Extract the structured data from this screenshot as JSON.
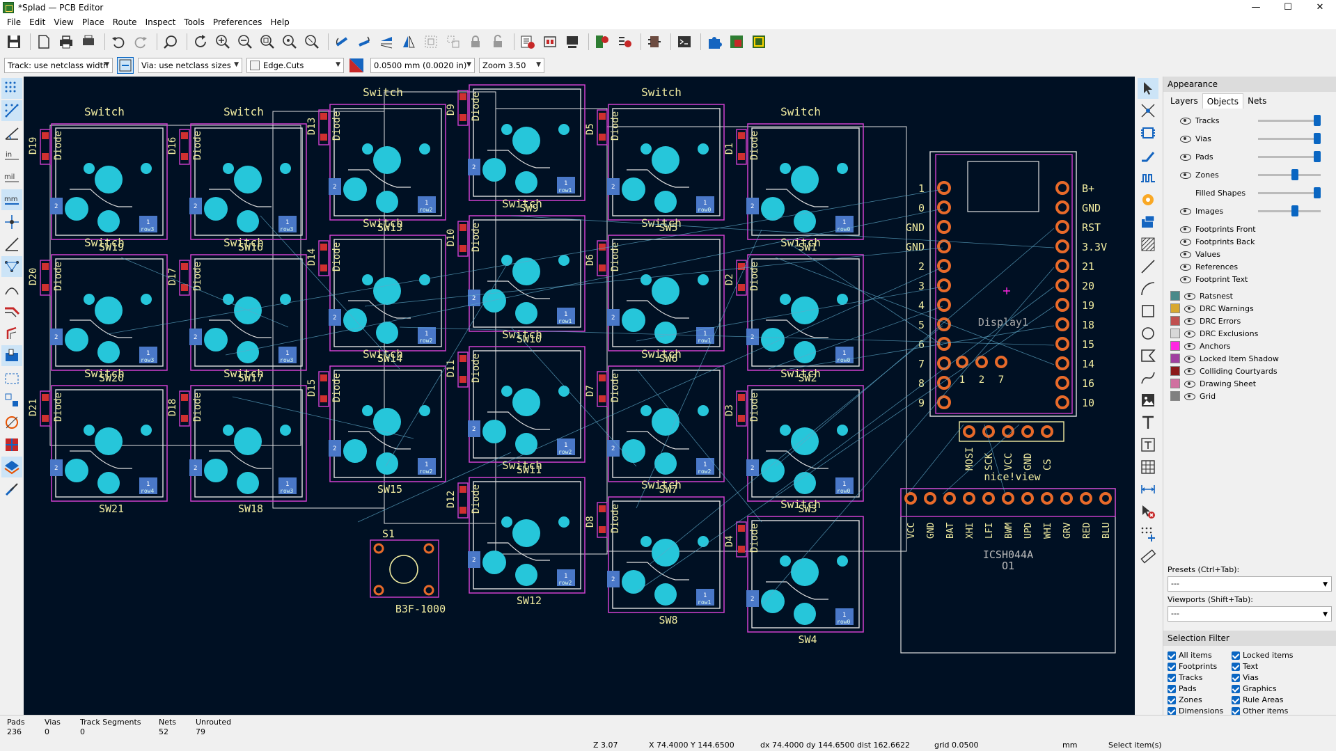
{
  "window": {
    "title": "*Splad — PCB Editor",
    "min": "—",
    "max": "☐",
    "close": "✕"
  },
  "menu": [
    "File",
    "Edit",
    "View",
    "Place",
    "Route",
    "Inspect",
    "Tools",
    "Preferences",
    "Help"
  ],
  "subtoolbar": {
    "track": "Track: use netclass width",
    "via": "Via: use netclass sizes",
    "layer": "Edge.Cuts",
    "grid": "0.0500 mm (0.0020 in)",
    "zoom": "Zoom 3.50"
  },
  "appearance": {
    "title": "Appearance",
    "tabs": [
      "Layers",
      "Objects",
      "Nets"
    ],
    "active_tab": "Objects",
    "objects_opacity": [
      {
        "label": "Tracks",
        "opacity": 1.0
      },
      {
        "label": "Vias",
        "opacity": 1.0
      },
      {
        "label": "Pads",
        "opacity": 1.0
      },
      {
        "label": "Zones",
        "opacity": 0.6
      },
      {
        "label": "Filled Shapes",
        "opacity": 1.0
      },
      {
        "label": "Images",
        "opacity": 0.6
      }
    ],
    "objects_toggle": [
      "Footprints Front",
      "Footprints Back",
      "Values",
      "References",
      "Footprint Text"
    ],
    "objects_colored": [
      {
        "label": "Ratsnest",
        "color": "#4a8a8a"
      },
      {
        "label": "DRC Warnings",
        "color": "#d8a830"
      },
      {
        "label": "DRC Errors",
        "color": "#c05050"
      },
      {
        "label": "DRC Exclusions",
        "color": "#d8d8d8"
      },
      {
        "label": "Anchors",
        "color": "#ff26e2"
      },
      {
        "label": "Locked Item Shadow",
        "color": "#a040a0"
      },
      {
        "label": "Colliding Courtyards",
        "color": "#8b1a1a"
      },
      {
        "label": "Drawing Sheet",
        "color": "#d070a0"
      },
      {
        "label": "Grid",
        "color": "#808080"
      }
    ],
    "presets_label": "Presets (Ctrl+Tab):",
    "presets_value": "---",
    "viewports_label": "Viewports (Shift+Tab):",
    "viewports_value": "---"
  },
  "selection_filter": {
    "title": "Selection Filter",
    "items": [
      "All items",
      "Locked items",
      "Footprints",
      "Text",
      "Tracks",
      "Vias",
      "Pads",
      "Graphics",
      "Zones",
      "Rule Areas",
      "Dimensions",
      "Other items"
    ]
  },
  "status": {
    "pads_label": "Pads",
    "pads": "236",
    "vias_label": "Vias",
    "vias": "0",
    "tracks_label": "Track Segments",
    "tracks": "0",
    "nets_label": "Nets",
    "nets": "52",
    "unrouted_label": "Unrouted",
    "unrouted": "79",
    "zoom": "Z 3.07",
    "xy": "X 74.4000  Y 144.6500",
    "dxy": "dx 74.4000  dy 144.6500  dist 162.6622",
    "grid": "grid 0.0500",
    "units": "mm",
    "action": "Select item(s)"
  },
  "pcb": {
    "switch_label": "Switch",
    "diode_label": "Diode",
    "switches": [
      {
        "ref": "SW19",
        "diode": "D19",
        "row": "row3"
      },
      {
        "ref": "SW16",
        "diode": "D16",
        "row": "row3"
      },
      {
        "ref": "SW13",
        "diode": "D13",
        "row": "row2"
      },
      {
        "ref": "SW9",
        "diode": "D9",
        "row": "row1"
      },
      {
        "ref": "SW5",
        "diode": "D5",
        "row": "row0"
      },
      {
        "ref": "SW1",
        "diode": "D1",
        "row": "row0"
      },
      {
        "ref": "SW20",
        "diode": "D20",
        "row": "row3"
      },
      {
        "ref": "SW17",
        "diode": "D17",
        "row": "row3"
      },
      {
        "ref": "SW14",
        "diode": "D14",
        "row": "row2"
      },
      {
        "ref": "SW10",
        "diode": "D10",
        "row": "row1"
      },
      {
        "ref": "SW6",
        "diode": "D6",
        "row": "row1"
      },
      {
        "ref": "SW2",
        "diode": "D2",
        "row": "row0"
      },
      {
        "ref": "SW21",
        "diode": "D21",
        "row": "row4"
      },
      {
        "ref": "SW18",
        "diode": "D18",
        "row": "row3"
      },
      {
        "ref": "SW15",
        "diode": "D15",
        "row": "row2"
      },
      {
        "ref": "SW11",
        "diode": "D11",
        "row": "row2"
      },
      {
        "ref": "SW7",
        "diode": "D7",
        "row": "row2"
      },
      {
        "ref": "SW3",
        "diode": "D3",
        "row": "row0"
      },
      {
        "ref": "SW12",
        "diode": "D12",
        "row": "row2"
      },
      {
        "ref": "SW8",
        "diode": "D8",
        "row": "row1"
      },
      {
        "ref": "SW4",
        "diode": "D4",
        "row": "row0"
      }
    ],
    "mcu": {
      "ref": "Display1",
      "left_pins": [
        "1",
        "0",
        "GND",
        "GND",
        "2",
        "3",
        "4",
        "5",
        "6",
        "7",
        "8",
        "9"
      ],
      "right_pins": [
        "B+",
        "GND",
        "RST",
        "3.3V",
        "21",
        "20",
        "19",
        "18",
        "15",
        "14",
        "16",
        "10"
      ],
      "bottom_pins": [
        "1",
        "2",
        "7"
      ]
    },
    "niceview": {
      "label": "nice!view",
      "pins": [
        "MOSI",
        "SCK",
        "VCC",
        "GND",
        "CS"
      ]
    },
    "oled": {
      "value": "ICSH044A",
      "ref": "O1",
      "pins": [
        "VCC",
        "GND",
        "BAT",
        "XHI",
        "LFI",
        "BWM",
        "UPD",
        "WHI",
        "GRV",
        "RED",
        "BLU"
      ]
    },
    "reset": {
      "ref": "S1",
      "value": "B3F-1000"
    }
  }
}
